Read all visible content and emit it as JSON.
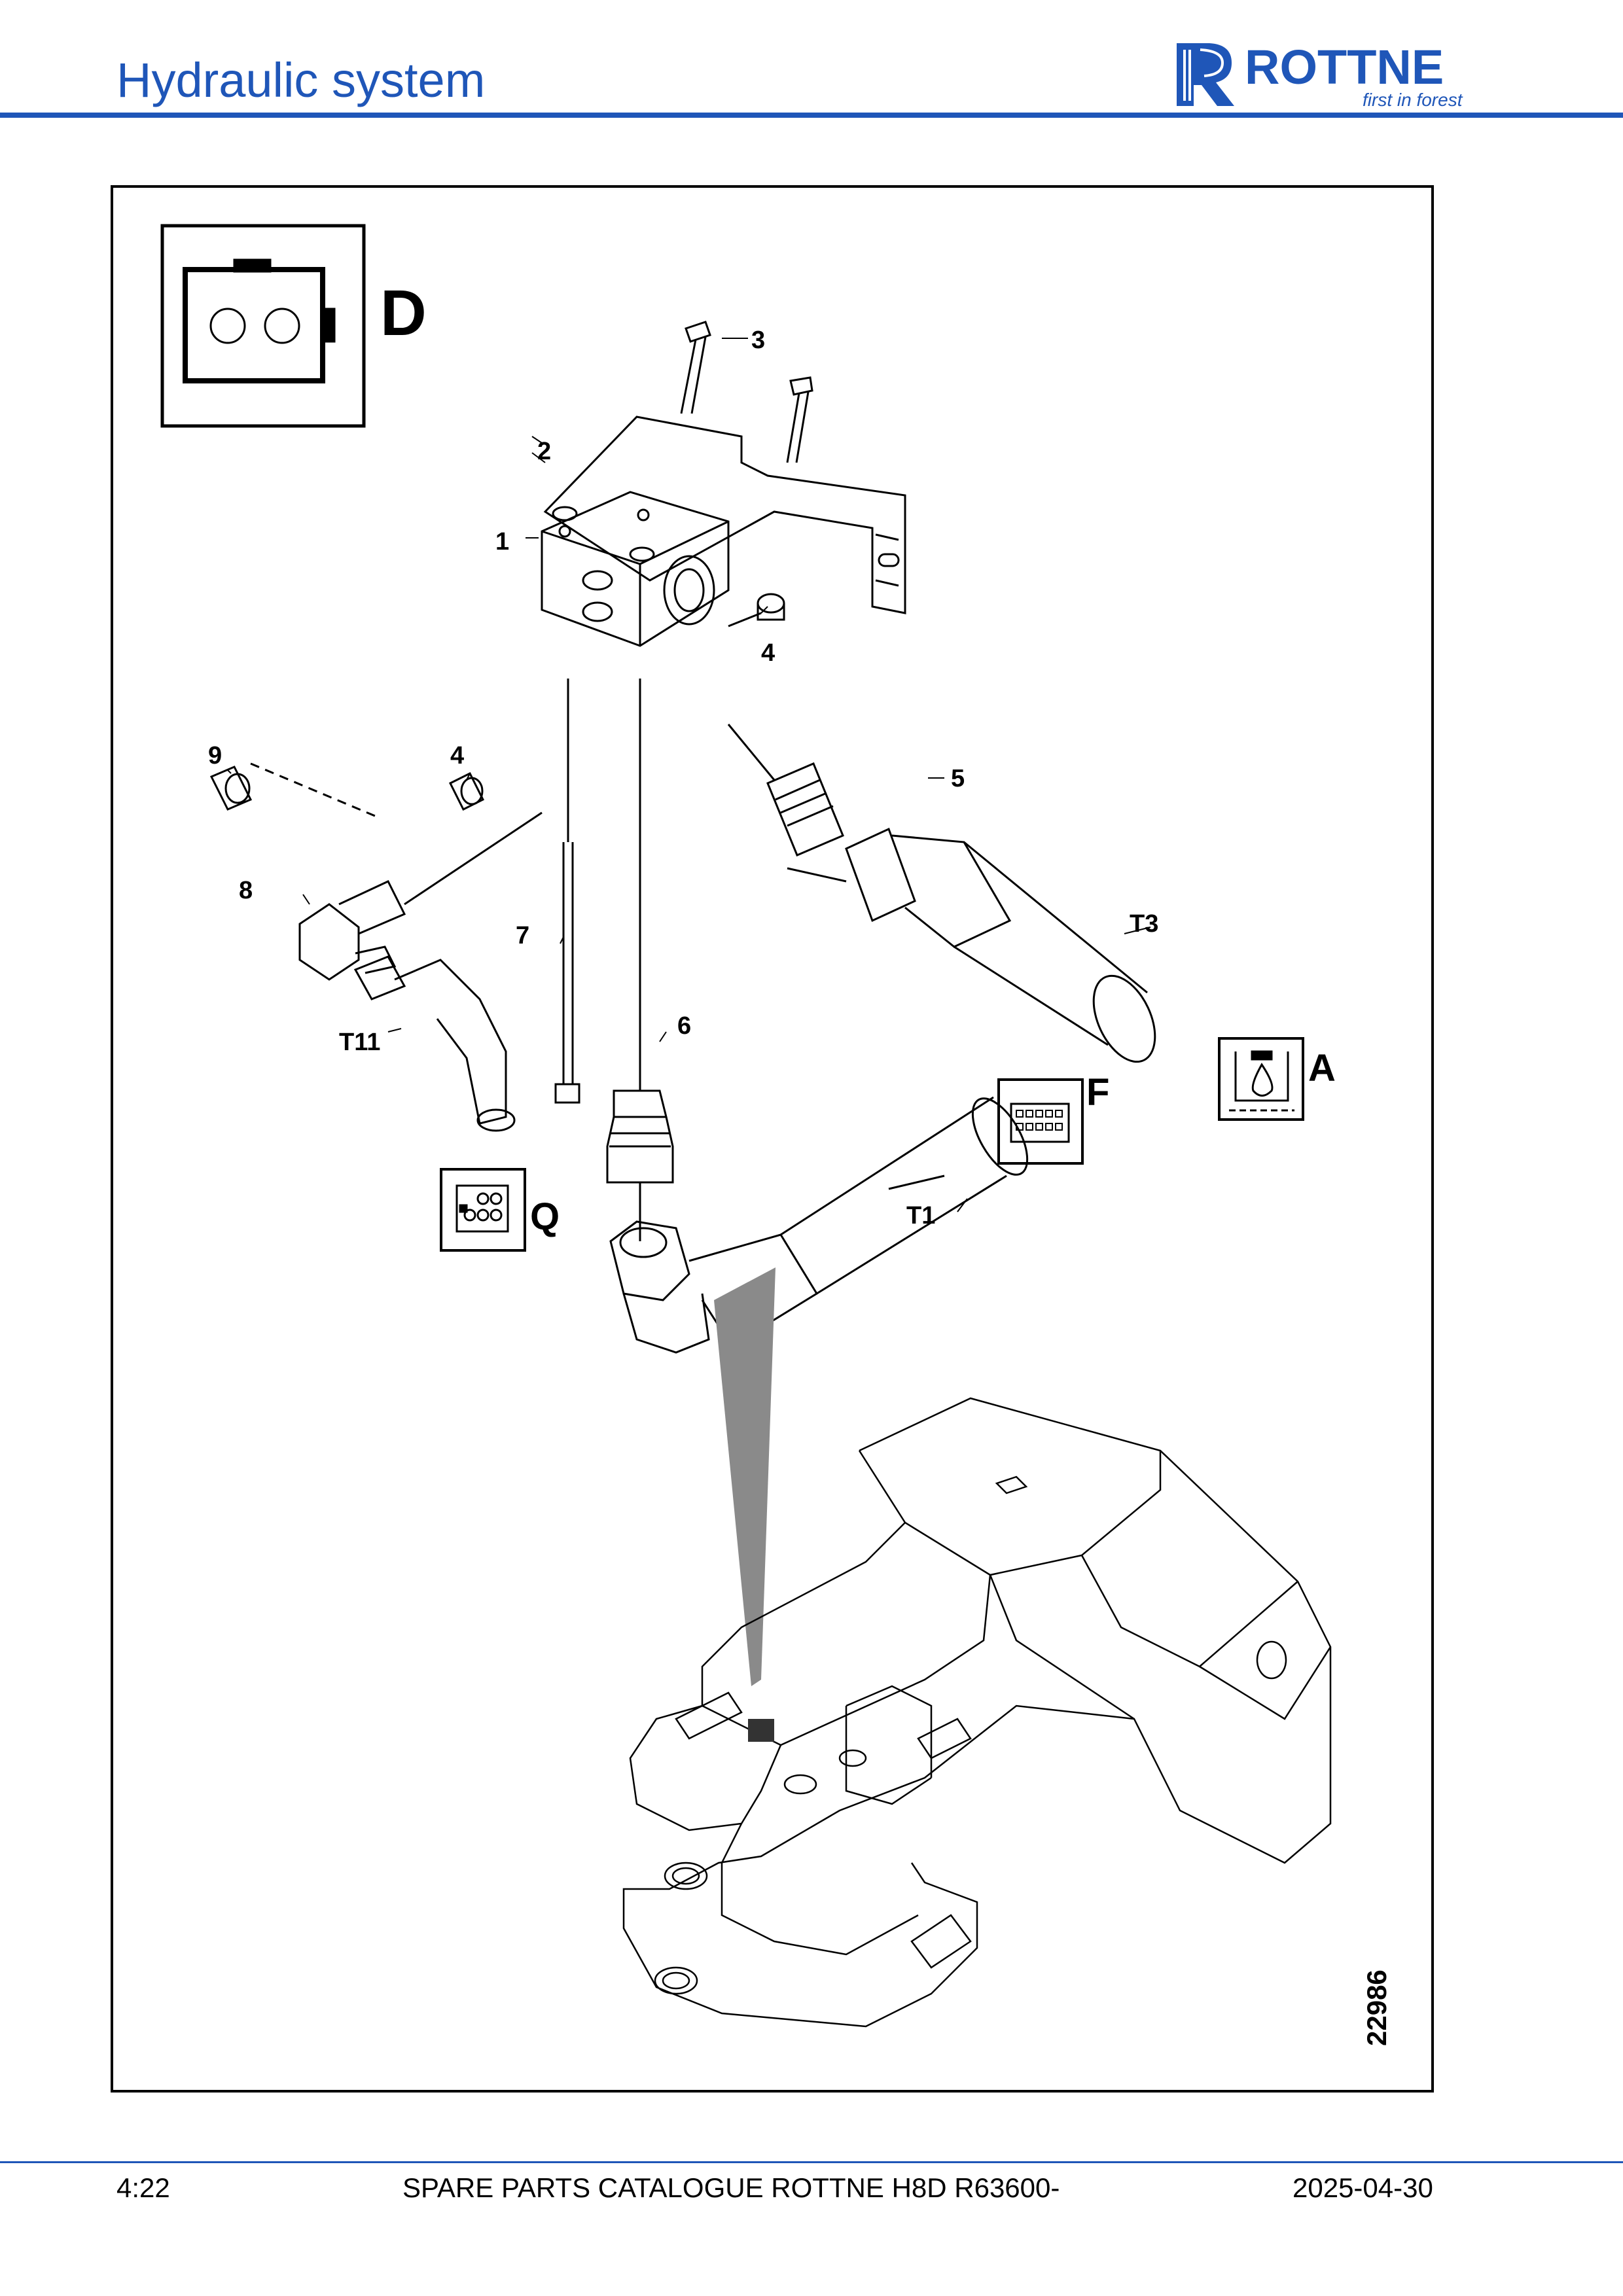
{
  "header": {
    "title": "Hydraulic system",
    "brand": "ROTTNE",
    "tagline": "first in forest"
  },
  "figure": {
    "callouts": {
      "c1": "1",
      "c2": "2",
      "c3": "3",
      "c4a": "4",
      "c4b": "4",
      "c5": "5",
      "c6": "6",
      "c7": "7",
      "c8": "8",
      "c9": "9",
      "t1": "T1",
      "t3": "T3",
      "t11": "T11"
    },
    "symbols": {
      "d": "D",
      "q": "Q",
      "f": "F",
      "a": "A"
    },
    "drawing_number": "22986"
  },
  "footer": {
    "page": "4:22",
    "catalogue": "SPARE PARTS CATALOGUE ROTTNE H8D R63600-",
    "date": "2025-04-30"
  },
  "colors": {
    "brand_blue": "#1f56b8"
  }
}
